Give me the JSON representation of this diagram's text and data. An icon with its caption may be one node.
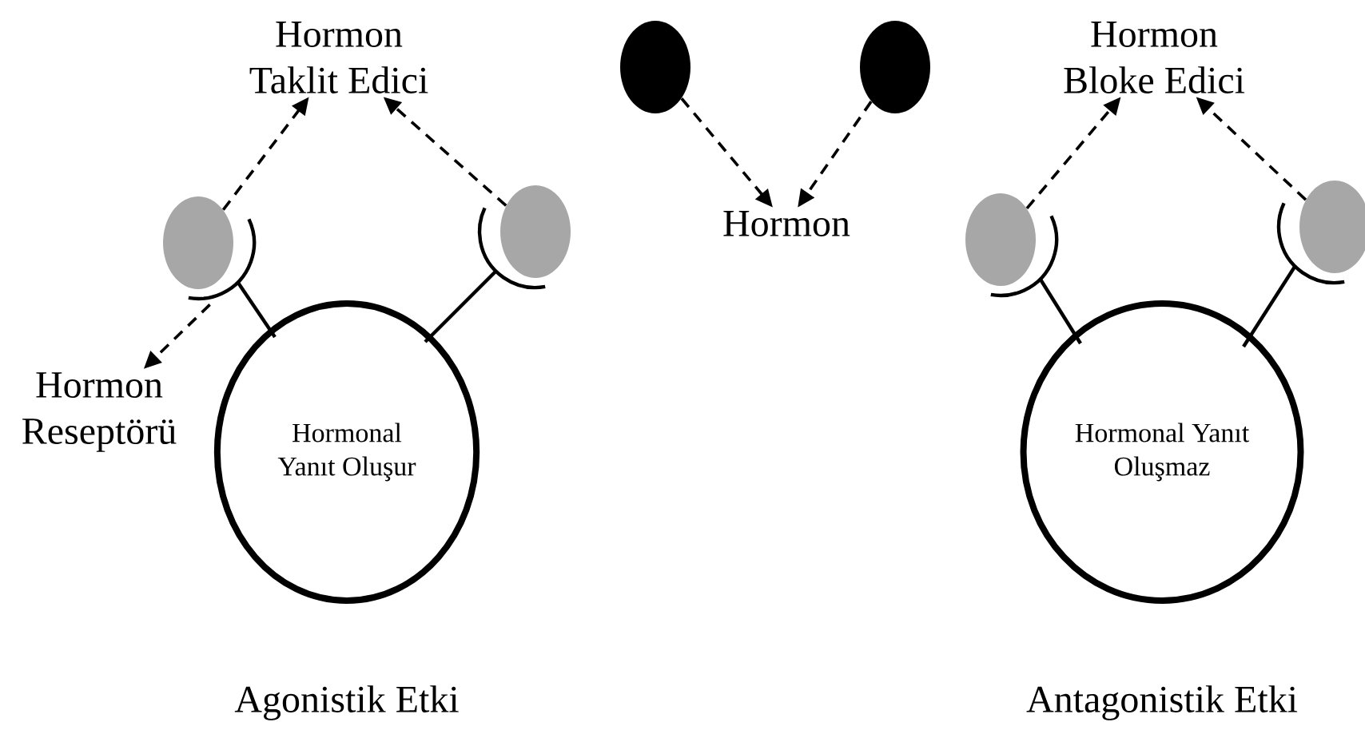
{
  "diagram": {
    "nodes": [
      {
        "text": [
          "Hormonal Yanıt Oluşur"
        ]
      },
      {
        "text": [
          "Hormon Taklit Edici"
        ]
      },
      {
        "text": [],
        "shape": "circle"
      },
      {
        "text": [],
        "shape": "circle"
      },
      {
        "text": [
          "Hormon Reseptörü"
        ]
      },
      {
        "text": [],
        "shape": "arc"
      },
      {
        "text": [],
        "shape": "circle"
      },
      {
        "text": [],
        "shape": "circle"
      },
      {
        "text": [
          "Hormon"
        ]
      },
      {
        "text": [
          "Hormonal Yanıt Oluşmaz"
        ]
      },
      {
        "text": [
          "Hormon Bloke Edici"
        ]
      },
      {
        "text": [],
        "shape": "circle"
      },
      {
        "text": [],
        "shape": "circle"
      }
    ],
    "edges": [
      {
        "from": 2,
        "to": 1,
        "arrow": "to",
        "style": "dashed"
      },
      {
        "from": 3,
        "to": 1,
        "arrow": "to",
        "style": "dashed"
      },
      {
        "from": 5,
        "to": 4,
        "arrow": "to",
        "style": "dashed"
      },
      {
        "from": 6,
        "to": 8,
        "arrow": "to",
        "style": "dashed"
      },
      {
        "from": 7,
        "to": 8,
        "arrow": "to",
        "style": "dashed"
      },
      {
        "from": 11,
        "to": 10,
        "arrow": "to",
        "style": "dashed"
      },
      {
        "from": 12,
        "to": 10,
        "arrow": "to",
        "style": "dashed"
      }
    ],
    "labels": [
      "Agonistik Etki",
      "Antagonistik Etki"
    ]
  }
}
